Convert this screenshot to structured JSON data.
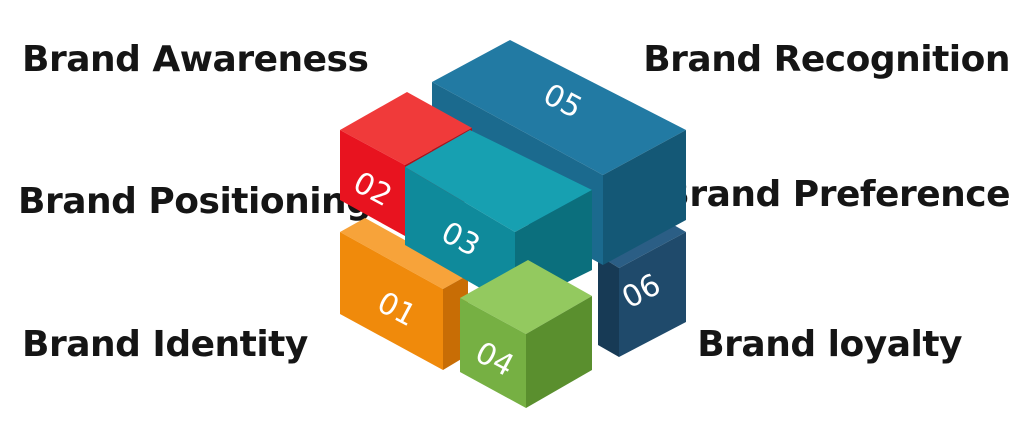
{
  "labels": {
    "awareness": "Brand Awareness",
    "positioning": "Brand Positioning",
    "identity": "Brand Identity",
    "recognition": "Brand Recognition",
    "preference": "Brand Preference",
    "loyalty": "Brand loyalty"
  },
  "blocks": [
    {
      "number": "01",
      "color": "#f08a0b"
    },
    {
      "number": "02",
      "color": "#e8131f"
    },
    {
      "number": "03",
      "color": "#0f8a9b"
    },
    {
      "number": "04",
      "color": "#76b043"
    },
    {
      "number": "05",
      "color": "#1b6a8e"
    },
    {
      "number": "06",
      "color": "#1f4a6b"
    }
  ]
}
